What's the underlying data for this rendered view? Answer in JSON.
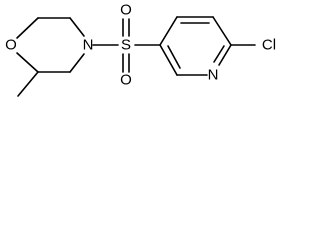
{
  "molecule": {
    "atoms": {
      "ring_oxygen": "O",
      "ring_nitrogen": "N",
      "sulfur": "S",
      "sulfonyl_oxygen_top": "O",
      "sulfonyl_oxygen_bottom": "O",
      "pyridine_nitrogen": "N",
      "chlorine": "Cl"
    }
  }
}
